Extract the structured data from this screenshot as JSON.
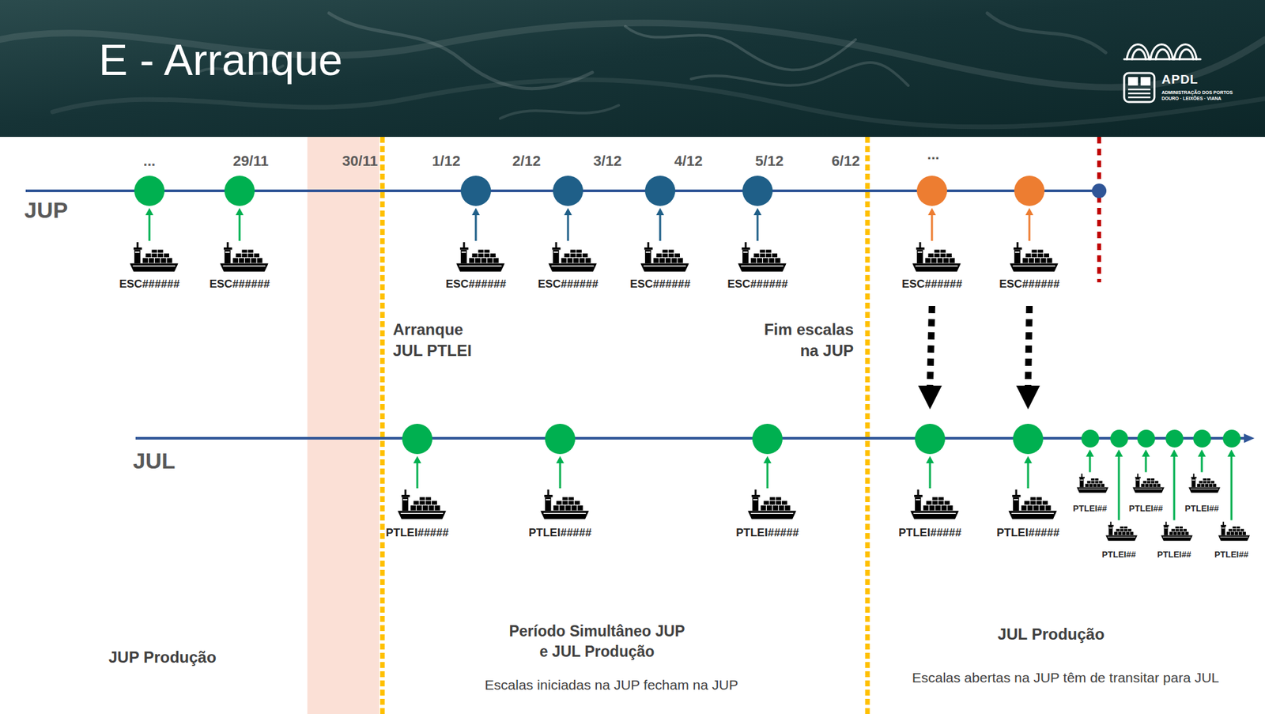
{
  "diagram": {
    "title": "E - Arranque",
    "nodes": [
      {
        "text": [
          "ESC######"
        ]
      },
      {
        "text": [
          "ESC######"
        ]
      },
      {
        "text": [
          "ESC######"
        ]
      },
      {
        "text": [
          "ESC######"
        ]
      },
      {
        "text": [
          "ESC######"
        ]
      },
      {
        "text": [
          "ESC######"
        ]
      },
      {
        "text": [
          "ESC######"
        ]
      },
      {
        "text": [
          "ESC######"
        ]
      },
      {
        "text": [
          "PTLEI#####"
        ]
      },
      {
        "text": [
          "PTLEI#####"
        ]
      },
      {
        "text": [
          "PTLEI#####"
        ]
      },
      {
        "text": [
          "PTLEI#####"
        ]
      },
      {
        "text": [
          "PTLEI#####"
        ]
      },
      {
        "text": [
          "PTLEI##"
        ]
      },
      {
        "text": [
          "PTLEI##"
        ]
      },
      {
        "text": [
          "PTLEI##"
        ]
      },
      {
        "text": [
          "PTLEI##"
        ]
      },
      {
        "text": [
          "PTLEI##"
        ]
      },
      {
        "text": [
          "PTLEI##"
        ]
      }
    ],
    "edges": [
      {
        "from": 6,
        "to": 11,
        "arrow": "to"
      },
      {
        "from": 7,
        "to": 12,
        "arrow": "to"
      }
    ],
    "labels": [
      "...",
      "29/11",
      "30/11",
      "1/12",
      "2/12",
      "3/12",
      "4/12",
      "5/12",
      "6/12",
      "...",
      "JUP",
      "JUL",
      "Arranque JUL PTLEI",
      "Fim escalas na JUP",
      "JUP Produção",
      "Período Simultâneo JUP e JUL Produção",
      "Escalas iniciadas na JUP fecham na JUP",
      "JUL Produção",
      "Escalas abertas na JUP têm de transitar para JUL",
      "APDL",
      "ADMINISTRAÇÃO DOS PORTOS",
      "DOURO · LEIXÕES · VIANA"
    ]
  }
}
